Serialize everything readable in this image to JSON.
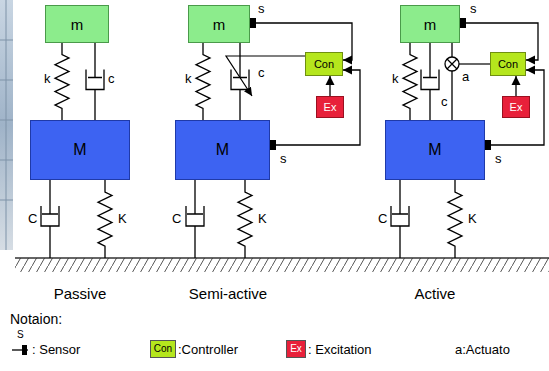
{
  "diagram": {
    "nodes": [
      {
        "text": [
          "m"
        ]
      },
      {
        "text": [
          "M"
        ]
      },
      {
        "text": [
          "m"
        ]
      },
      {
        "text": [
          "M"
        ]
      },
      {
        "text": [
          "Con"
        ]
      },
      {
        "text": [
          "Ex"
        ]
      },
      {
        "text": [
          "m"
        ]
      },
      {
        "text": [
          "M"
        ]
      },
      {
        "text": [
          "Con"
        ]
      },
      {
        "text": [
          "Ex"
        ]
      }
    ],
    "edges": [
      {
        "from": 0,
        "to": 1,
        "arrow": "none",
        "label": "k"
      },
      {
        "from": 0,
        "to": 1,
        "arrow": "none",
        "label": "c"
      },
      {
        "from": 2,
        "to": 3,
        "arrow": "none",
        "label": "k"
      },
      {
        "from": 2,
        "to": 3,
        "arrow": "none",
        "label": "c"
      },
      {
        "from": 2,
        "to": 4,
        "arrow": "to"
      },
      {
        "from": 3,
        "to": 4,
        "arrow": "to"
      },
      {
        "from": 5,
        "to": 4,
        "arrow": "to"
      },
      {
        "from": 6,
        "to": 7,
        "arrow": "none",
        "label": "k"
      },
      {
        "from": 6,
        "to": 7,
        "arrow": "none",
        "label": "c"
      },
      {
        "from": 6,
        "to": 7,
        "arrow": "none",
        "label": "a"
      },
      {
        "from": 6,
        "to": 8,
        "arrow": "to"
      },
      {
        "from": 7,
        "to": 8,
        "arrow": "to"
      },
      {
        "from": 9,
        "to": 8,
        "arrow": "to"
      }
    ],
    "labels": [
      "C",
      "K",
      "Passive",
      "s",
      "s",
      "C",
      "K",
      "Semi-active",
      "s",
      "s",
      "C",
      "K",
      "Active",
      "Notaion:",
      "S",
      "Con",
      "Ex"
    ],
    "legend": [
      {
        "text": ": Sensor"
      },
      {
        "text": ":Controller",
        "color": "#b5e61d"
      },
      {
        "text": ": Excitation",
        "color": "#e8203a"
      },
      {
        "text": "a:Actuato"
      }
    ]
  }
}
